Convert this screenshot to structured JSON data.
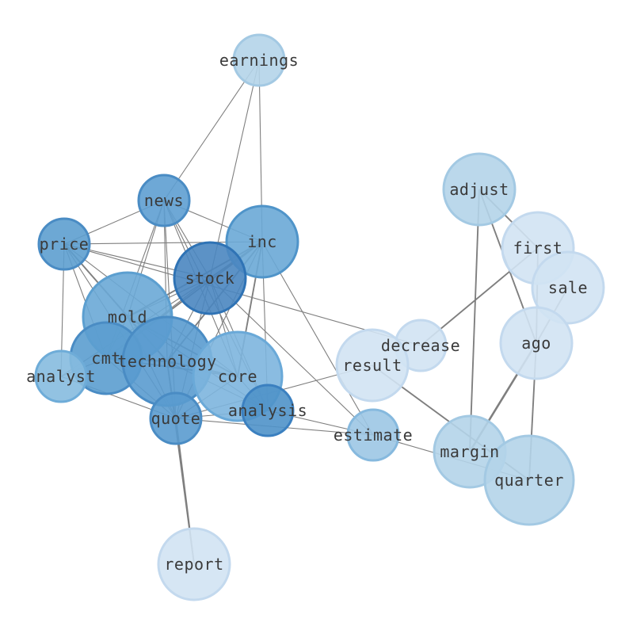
{
  "nodes": [
    {
      "id": "earnings",
      "label": "earnings",
      "fill": "#b4d4e9",
      "stroke": "#a3c9e3"
    },
    {
      "id": "news",
      "label": "news",
      "fill": "#5e9fd1",
      "stroke": "#4a8cc4"
    },
    {
      "id": "inc",
      "label": "inc",
      "fill": "#6aa8d6",
      "stroke": "#4f94c9"
    },
    {
      "id": "price",
      "label": "price",
      "fill": "#5d9ecf",
      "stroke": "#4a8cc4"
    },
    {
      "id": "stock",
      "label": "stock",
      "fill": "#4a86c0",
      "stroke": "#2f73b5"
    },
    {
      "id": "mold",
      "label": "mold",
      "fill": "#6aa8d6",
      "stroke": "#5c9fd0"
    },
    {
      "id": "cmt",
      "label": "cmt",
      "fill": "#5b9dcf",
      "stroke": "#4a8cc4"
    },
    {
      "id": "technology",
      "label": "technology",
      "fill": "#5a9bcf",
      "stroke": "#4a8cc4"
    },
    {
      "id": "analyst",
      "label": "analyst",
      "fill": "#86bbdf",
      "stroke": "#6eacd8"
    },
    {
      "id": "core",
      "label": "core",
      "fill": "#7db5de",
      "stroke": "#6aa9d8"
    },
    {
      "id": "quote",
      "label": "quote",
      "fill": "#5a9bcf",
      "stroke": "#4a8cc4"
    },
    {
      "id": "analysis",
      "label": "analysis",
      "fill": "#4f92c9",
      "stroke": "#3b80c0"
    },
    {
      "id": "estimate",
      "label": "estimate",
      "fill": "#9cc6e4",
      "stroke": "#86b9de"
    },
    {
      "id": "report",
      "label": "report",
      "fill": "#d2e3f3",
      "stroke": "#c3d9ee"
    },
    {
      "id": "decrease",
      "label": "decrease",
      "fill": "#d2e3f3",
      "stroke": "#c3d9ee"
    },
    {
      "id": "result",
      "label": "result",
      "fill": "#d2e3f3",
      "stroke": "#c3d9ee"
    },
    {
      "id": "adjust",
      "label": "adjust",
      "fill": "#b4d4e9",
      "stroke": "#a3c9e3"
    },
    {
      "id": "first",
      "label": "first",
      "fill": "#d2e3f3",
      "stroke": "#c3d9ee"
    },
    {
      "id": "sale",
      "label": "sale",
      "fill": "#d2e3f3",
      "stroke": "#c3d9ee"
    },
    {
      "id": "ago",
      "label": "ago",
      "fill": "#d2e3f3",
      "stroke": "#c3d9ee"
    },
    {
      "id": "margin",
      "label": "margin",
      "fill": "#b4d4e9",
      "stroke": "#a3c9e3"
    },
    {
      "id": "quarter",
      "label": "quarter",
      "fill": "#b4d4e9",
      "stroke": "#a3c9e3"
    }
  ],
  "edges": [
    {
      "from": "earnings",
      "to": "news",
      "weight": 1
    },
    {
      "from": "earnings",
      "to": "inc",
      "weight": 1
    },
    {
      "from": "earnings",
      "to": "stock",
      "weight": 1
    },
    {
      "from": "news",
      "to": "price",
      "weight": 1
    },
    {
      "from": "news",
      "to": "inc",
      "weight": 1
    },
    {
      "from": "news",
      "to": "stock",
      "weight": 1
    },
    {
      "from": "news",
      "to": "mold",
      "weight": 1
    },
    {
      "from": "news",
      "to": "cmt",
      "weight": 1
    },
    {
      "from": "news",
      "to": "technology",
      "weight": 1
    },
    {
      "from": "news",
      "to": "core",
      "weight": 1
    },
    {
      "from": "news",
      "to": "quote",
      "weight": 1
    },
    {
      "from": "news",
      "to": "analysis",
      "weight": 1
    },
    {
      "from": "price",
      "to": "inc",
      "weight": 1
    },
    {
      "from": "price",
      "to": "stock",
      "weight": 1
    },
    {
      "from": "price",
      "to": "mold",
      "weight": 1
    },
    {
      "from": "price",
      "to": "cmt",
      "weight": 1
    },
    {
      "from": "price",
      "to": "technology",
      "weight": 2
    },
    {
      "from": "price",
      "to": "analyst",
      "weight": 1
    },
    {
      "from": "price",
      "to": "core",
      "weight": 1
    },
    {
      "from": "price",
      "to": "quote",
      "weight": 1
    },
    {
      "from": "price",
      "to": "decrease",
      "weight": 1
    },
    {
      "from": "inc",
      "to": "stock",
      "weight": 2
    },
    {
      "from": "inc",
      "to": "mold",
      "weight": 2
    },
    {
      "from": "inc",
      "to": "cmt",
      "weight": 2
    },
    {
      "from": "inc",
      "to": "technology",
      "weight": 2
    },
    {
      "from": "inc",
      "to": "core",
      "weight": 2
    },
    {
      "from": "inc",
      "to": "quote",
      "weight": 1
    },
    {
      "from": "inc",
      "to": "analysis",
      "weight": 1
    },
    {
      "from": "inc",
      "to": "estimate",
      "weight": 1
    },
    {
      "from": "stock",
      "to": "mold",
      "weight": 1
    },
    {
      "from": "stock",
      "to": "cmt",
      "weight": 1
    },
    {
      "from": "stock",
      "to": "technology",
      "weight": 1
    },
    {
      "from": "stock",
      "to": "core",
      "weight": 1
    },
    {
      "from": "stock",
      "to": "quote",
      "weight": 1
    },
    {
      "from": "stock",
      "to": "analysis",
      "weight": 1
    },
    {
      "from": "stock",
      "to": "estimate",
      "weight": 1
    },
    {
      "from": "stock",
      "to": "analyst",
      "weight": 1
    },
    {
      "from": "mold",
      "to": "cmt",
      "weight": 1
    },
    {
      "from": "mold",
      "to": "technology",
      "weight": 2
    },
    {
      "from": "mold",
      "to": "core",
      "weight": 2
    },
    {
      "from": "mold",
      "to": "analysis",
      "weight": 1
    },
    {
      "from": "mold",
      "to": "quote",
      "weight": 1
    },
    {
      "from": "cmt",
      "to": "technology",
      "weight": 2
    },
    {
      "from": "cmt",
      "to": "core",
      "weight": 2
    },
    {
      "from": "cmt",
      "to": "analyst",
      "weight": 1
    },
    {
      "from": "cmt",
      "to": "quote",
      "weight": 1
    },
    {
      "from": "technology",
      "to": "core",
      "weight": 2
    },
    {
      "from": "technology",
      "to": "quote",
      "weight": 1
    },
    {
      "from": "technology",
      "to": "analysis",
      "weight": 1
    },
    {
      "from": "technology",
      "to": "report",
      "weight": 2
    },
    {
      "from": "analyst",
      "to": "quote",
      "weight": 1
    },
    {
      "from": "core",
      "to": "analysis",
      "weight": 1
    },
    {
      "from": "core",
      "to": "quote",
      "weight": 1
    },
    {
      "from": "quote",
      "to": "analysis",
      "weight": 1
    },
    {
      "from": "quote",
      "to": "estimate",
      "weight": 1
    },
    {
      "from": "quote",
      "to": "report",
      "weight": 2
    },
    {
      "from": "quote",
      "to": "result",
      "weight": 1
    },
    {
      "from": "analysis",
      "to": "estimate",
      "weight": 1
    },
    {
      "from": "estimate",
      "to": "quarter",
      "weight": 1
    },
    {
      "from": "result",
      "to": "quarter",
      "weight": 2
    },
    {
      "from": "decrease",
      "to": "first",
      "weight": 2
    },
    {
      "from": "adjust",
      "to": "margin",
      "weight": 2
    },
    {
      "from": "adjust",
      "to": "ago",
      "weight": 2
    },
    {
      "from": "adjust",
      "to": "first",
      "weight": 2
    },
    {
      "from": "first",
      "to": "ago",
      "weight": 2
    },
    {
      "from": "sale",
      "to": "ago",
      "weight": 2
    },
    {
      "from": "ago",
      "to": "margin",
      "weight": 3
    },
    {
      "from": "ago",
      "to": "quarter",
      "weight": 2
    }
  ]
}
